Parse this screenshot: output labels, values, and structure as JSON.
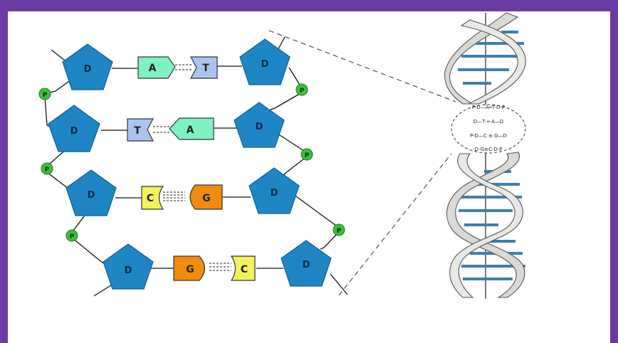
{
  "colors": {
    "frame": "#6a3aa3",
    "sugar": "#1f86c6",
    "phosphate": "#3ac23a",
    "adenine": "#7ff2c2",
    "thymine": "#a9c4ef",
    "cytosine": "#f3f25a",
    "guanine": "#f28a0c",
    "helix_rung": "#3d7fae"
  },
  "labels": {
    "sugar": "D",
    "phosphate": "P",
    "adenine": "A",
    "thymine": "T",
    "cytosine": "C",
    "guanine": "G"
  },
  "base_pairs": [
    {
      "left": "A",
      "right": "T"
    },
    {
      "left": "T",
      "right": "A"
    },
    {
      "left": "C",
      "right": "G"
    },
    {
      "left": "G",
      "right": "C"
    }
  ]
}
